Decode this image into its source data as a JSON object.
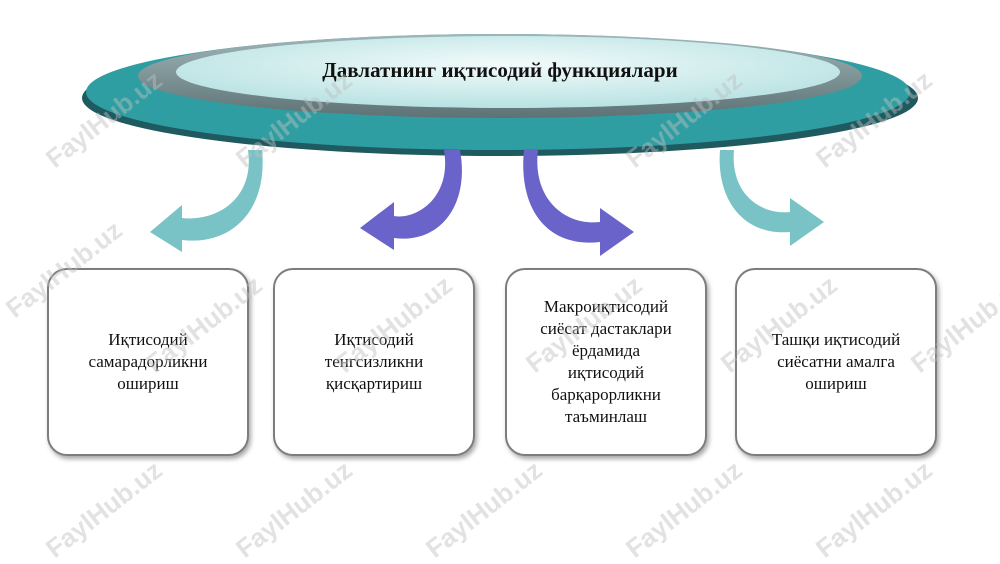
{
  "diagram": {
    "title": "Давлатнинг иқтисодий функциялари",
    "boxes": [
      {
        "label": "Иқтисодий\nсамарадорликни\nошириш"
      },
      {
        "label": "Иқтисодий\nтенгсизликни\nқисқартириш"
      },
      {
        "label": "Макроиқтисодий\nсиёсат дастаклари\nёрдамида\nиқтисодий\nбарқарорликни\nтаъминлаш"
      },
      {
        "label": "Ташқи иқтисодий\nсиёсатни амалга\nошириш"
      }
    ],
    "colors": {
      "ellipse_teal": "#3aa6a8",
      "ellipse_dark": "#235d63",
      "ellipse_inner": "#dff3f3",
      "arrow_teal": "#79c3c7",
      "arrow_purple": "#6a63c9"
    }
  },
  "watermark": {
    "text": "FaylHub.uz"
  }
}
